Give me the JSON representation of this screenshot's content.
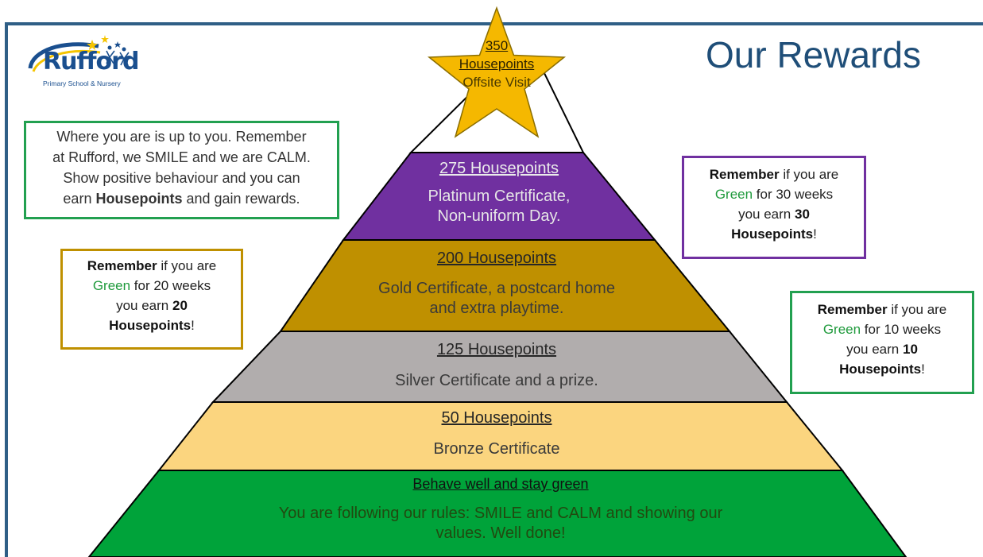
{
  "header": {
    "title": "Our Rewards",
    "logo_name": "Rufford",
    "logo_subtitle": "Primary School & Nursery"
  },
  "intro": {
    "line1": "Where you are is up to you. Remember",
    "line2": "at Rufford, we SMILE and we are CALM.",
    "line3": "Show positive behaviour and you can",
    "line4_pre": "earn ",
    "line4_bold": "Housepoints",
    "line4_post": " and gain rewards."
  },
  "star": {
    "number": "350",
    "unit": "Housepoints",
    "reward": "Offsite Visit",
    "color": "#f5b800"
  },
  "tiers": [
    {
      "head": "275 Housepoints",
      "line1": "Platinum Certificate,",
      "line2": "Non-uniform Day.",
      "color": "#7030a0"
    },
    {
      "head": "200 Housepoints",
      "line1": "Gold Certificate, a postcard home",
      "line2": "and extra playtime.",
      "color": "#bf9000"
    },
    {
      "head": "125 Housepoints",
      "line1": "Silver Certificate and a prize.",
      "color": "#b1adad"
    },
    {
      "head": "50 Housepoints",
      "line1": "Bronze Certificate",
      "color": "#fbd57f"
    },
    {
      "head": "Behave well and stay green",
      "line1": "You are following our rules: SMILE and CALM and showing our",
      "line2": "values.  Well done!",
      "color": "#00a33a"
    }
  ],
  "notes": {
    "purple": {
      "bold1": "Remember",
      "t1": " if you are",
      "green": "Green",
      "t2": " for 30 weeks",
      "t3": "you earn ",
      "num": "30",
      "word": "Housepoints",
      "end": "!"
    },
    "gold": {
      "bold1": "Remember",
      "t1": " if you are",
      "green": "Green",
      "t2": " for 20 weeks",
      "t3": "you earn ",
      "num": "20",
      "word": "Housepoints",
      "end": "!"
    },
    "green": {
      "bold1": "Remember",
      "t1": " if you are",
      "green": "Green",
      "t2": " for 10 weeks",
      "t3": "you earn ",
      "num": "10",
      "word": "Housepoints",
      "end": "!"
    }
  },
  "colors": {
    "frame": "#2f5f86",
    "title": "#1f4e78",
    "note_purple": "#7030a0",
    "note_gold": "#bf9000",
    "note_green": "#22a050"
  }
}
